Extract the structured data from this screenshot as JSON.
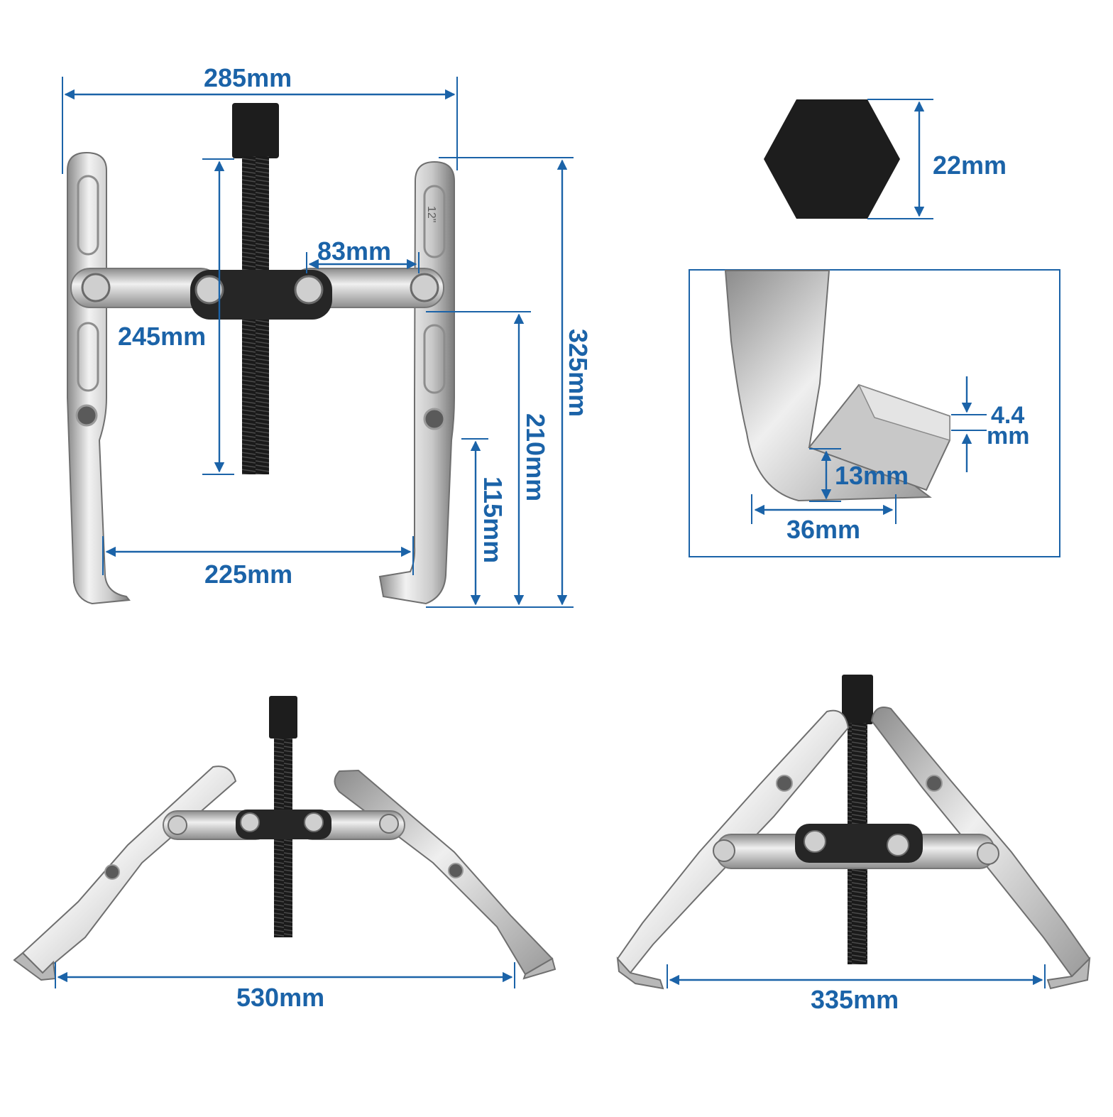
{
  "colors": {
    "dimension": "#1b63a8",
    "steel_light": "#e6e6e6",
    "steel_mid": "#b5b5b5",
    "steel_dark": "#7d7d7d",
    "bolt_black": "#1d1d1d"
  },
  "front_view": {
    "overall_width": "285mm",
    "spindle_length": "245mm",
    "link_spacing": "83mm",
    "overall_height": "325mm",
    "reach_depth": "210mm",
    "jaw_depth": "115mm",
    "inner_spread": "225mm",
    "arm_marking": "12\""
  },
  "hex_head": {
    "across_flats": "22mm"
  },
  "jaw_tip_detail": {
    "tip_thickness_value": "4.4",
    "tip_thickness_unit": "mm",
    "hook_height": "13mm",
    "hook_length": "36mm"
  },
  "spread_views": {
    "max_spread": "530mm",
    "mid_spread": "335mm"
  }
}
